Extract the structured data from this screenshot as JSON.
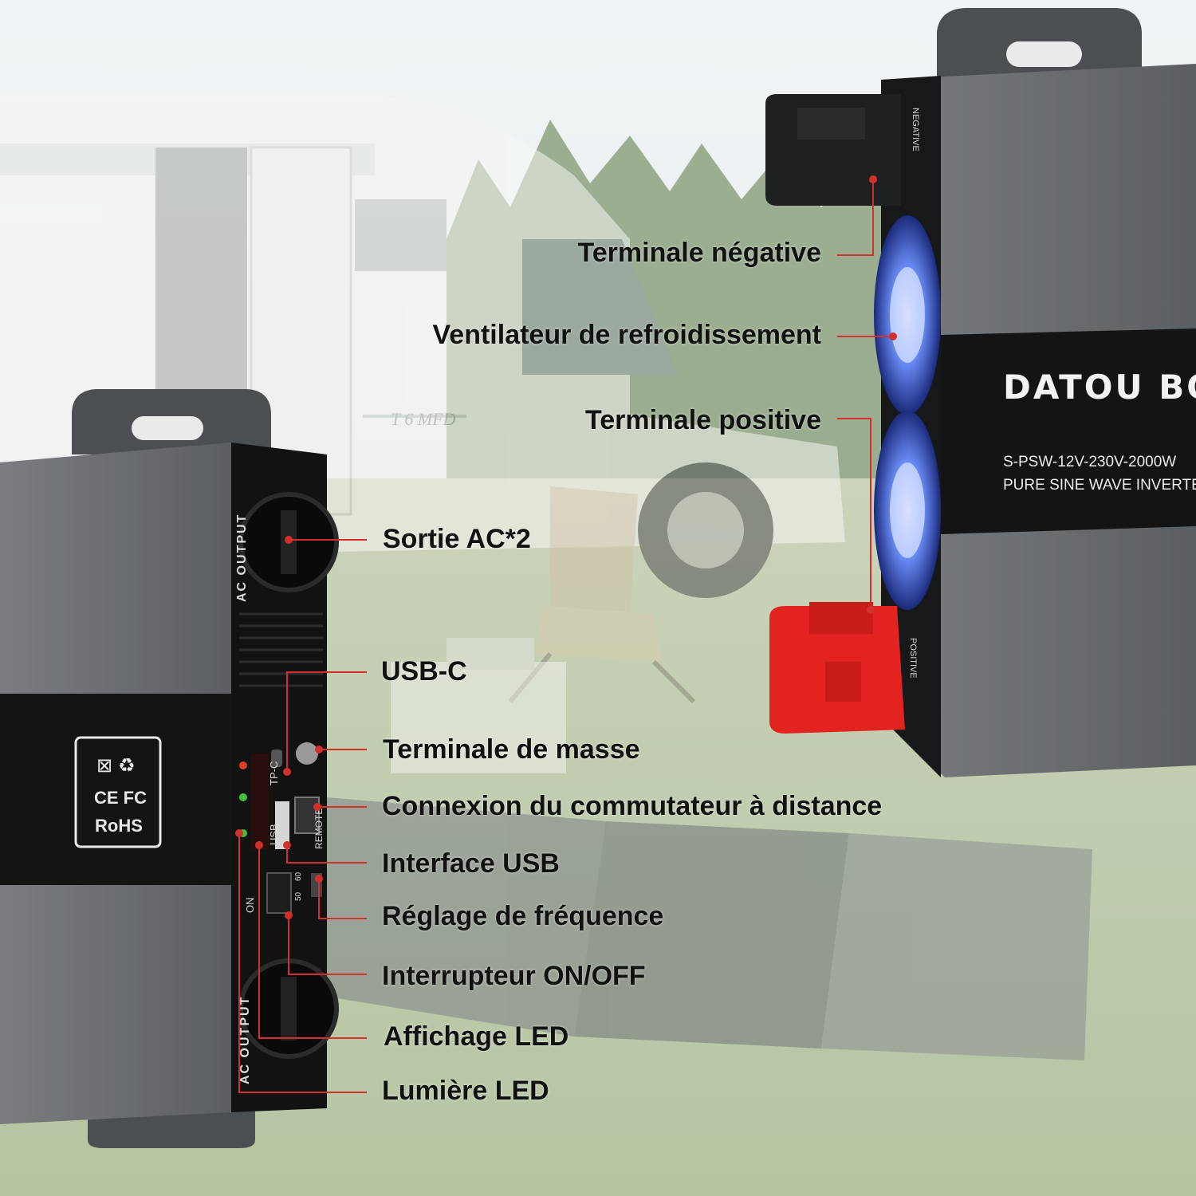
{
  "colors": {
    "sky": "#e9eef0",
    "trees": "#5e7a4a",
    "grass": "#8da36a",
    "device_body": "#6b6e70",
    "device_panel": "#141414",
    "leader_line": "#d2302c",
    "terminal_red": "#e2231f",
    "fan_glow": "#3d6fff"
  },
  "callouts": {
    "negative_terminal": "Terminale négative",
    "cooling_fan": "Ventilateur de refroidissement",
    "positive_terminal": "Terminale positive",
    "ac_output": "Sortie AC*2",
    "usb_c": "USB-C",
    "ground_terminal": "Terminale de masse",
    "remote_switch": "Connexion du commutateur à distance",
    "usb_interface": "Interface USB",
    "frequency": "Réglage de fréquence",
    "power_switch": "Interrupteur ON/OFF",
    "led_display": "Affichage LED",
    "led_light": "Lumière LED"
  },
  "device_right": {
    "brand": "DATOU BO",
    "model": "S-PSW-12V-230V-2000W",
    "subtitle": "PURE SINE WAVE INVERTE",
    "negative_label": "NEGATIVE",
    "positive_label": "POSITIVE"
  },
  "device_left": {
    "ac_output_top": "AC OUTPUT",
    "ac_output_bottom": "AC OUTPUT",
    "tpc": "TP-C",
    "usb": "USB",
    "remote": "REMOTE",
    "on": "ON",
    "hz_50": "50",
    "hz_60": "60",
    "cert_ce_fc": "CE FC",
    "cert_rohs": "RoHS"
  },
  "vehicle": {
    "model_text": "T 6 MFD"
  }
}
